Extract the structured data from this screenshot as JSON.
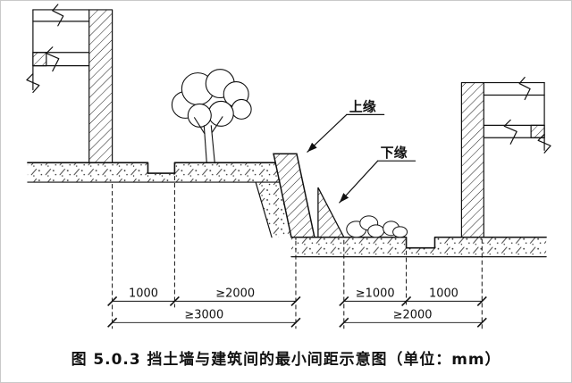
{
  "figure": {
    "caption": "图 5.0.3  挡土墙与建筑间的最小间距示意图（单位：mm）"
  },
  "callouts": {
    "upper_edge": "上缘",
    "lower_edge": "下缘"
  },
  "dimensions": {
    "left": {
      "d1": "1000",
      "d2": "≥2000",
      "total": "≥3000"
    },
    "right": {
      "d1": "≥1000",
      "d2": "1000",
      "total": "≥2000"
    }
  }
}
